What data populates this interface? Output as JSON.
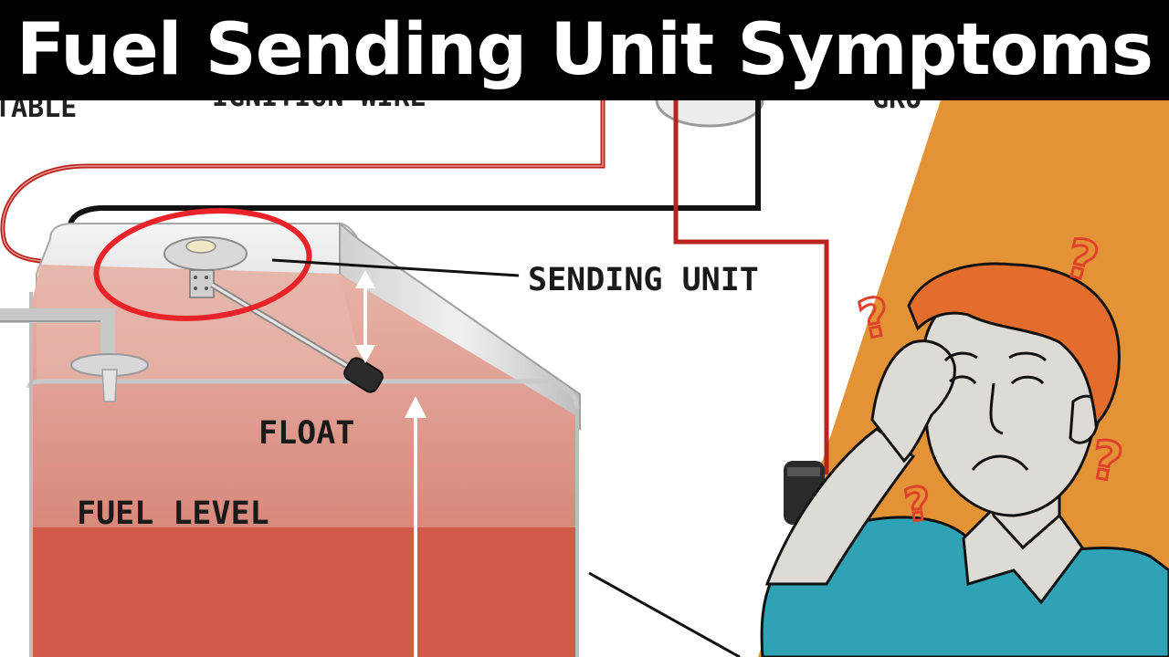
{
  "title": "Fuel Sending Unit Symptoms",
  "diagram": {
    "label_table": "TABLE",
    "label_ignition_wire": "IGNITION WIRE",
    "label_ground": "GRO",
    "label_sending_unit": "SENDING UNIT",
    "label_float": "FLOAT",
    "label_fuel_level": "FUEL LEVEL"
  },
  "illustration": {
    "question_mark": "?"
  },
  "colors": {
    "title_bar": "#000000",
    "title_text": "#ffffff",
    "fuel": "#d15b4a",
    "tank_upper": "#e3aea3",
    "wire_red": "#b8231f",
    "wire_black": "#111111",
    "highlight_circle": "#e8232a",
    "orange_backdrop": "#e39336",
    "sweater": "#2fa3b5",
    "skin": "#dedbd6",
    "hair": "#e36d2c"
  }
}
